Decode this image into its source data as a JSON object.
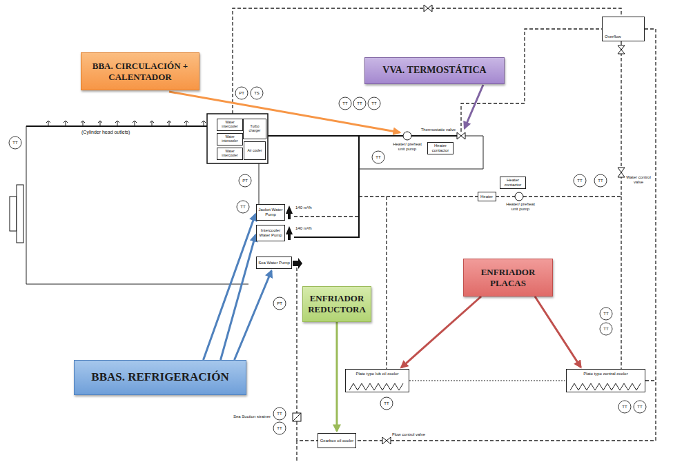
{
  "diagram": {
    "nodes": [
      {
        "text": [
          "Overflow"
        ]
      },
      {
        "text": [
          "BBA. CIRCULACIÓN + CALENTADOR"
        ]
      },
      {
        "text": [
          "VVA. TERMOSTÁTICA"
        ]
      },
      {
        "text": [
          "Water intercooler"
        ]
      },
      {
        "text": [
          "Turbo charger"
        ]
      },
      {
        "text": [
          "Water intercooler"
        ]
      },
      {
        "text": [
          "Air cooler"
        ]
      },
      {
        "text": [
          "Water intercooler"
        ]
      },
      {
        "text": [
          "Heater contactor"
        ]
      },
      {
        "text": [
          "Heater contactor"
        ]
      },
      {
        "text": [
          "Heater"
        ]
      },
      {
        "text": [
          "Jacket Water Pump"
        ]
      },
      {
        "text": [
          "Intercooler Water Pump"
        ]
      },
      {
        "text": [
          "Sea Water Pump"
        ]
      },
      {
        "text": [
          "ENFRIADOR PLACAS"
        ]
      },
      {
        "text": [
          "ENFRIADOR REDUCTORA"
        ]
      },
      {
        "text": [
          "BBAS. REFRIGERACIÓN"
        ]
      },
      {
        "text": [
          "Plate type lub oil cooler"
        ]
      },
      {
        "text": [
          "Plate type central cooler"
        ]
      },
      {
        "text": [
          "Gearbox oil cooler"
        ]
      }
    ],
    "edges": [
      {
        "from": 16,
        "to": 11,
        "arrow": "to"
      },
      {
        "from": 16,
        "to": 12,
        "arrow": "to"
      },
      {
        "from": 16,
        "to": 13,
        "arrow": "to"
      },
      {
        "from": 15,
        "to": 19,
        "arrow": "to"
      },
      {
        "from": 14,
        "to": 17,
        "arrow": "to"
      },
      {
        "from": 14,
        "to": 18,
        "arrow": "to"
      }
    ],
    "labels": [
      "(Cylinder head outlets)",
      "TT",
      "PT",
      "TS",
      "TT",
      "TT",
      "TT",
      "Thermostatic valve",
      "Heater/ preheat unit pump",
      "TT",
      "PT",
      "Heater/ preheat unit pump",
      "TT",
      "TT",
      "Water control valve",
      "140 m³/h",
      "140 m³/h",
      "TT",
      "PT",
      "TT",
      "TT",
      "TT",
      "TT",
      "TT",
      "TT",
      "TT",
      "Sea Suction strainer",
      "Flow control valve"
    ]
  }
}
